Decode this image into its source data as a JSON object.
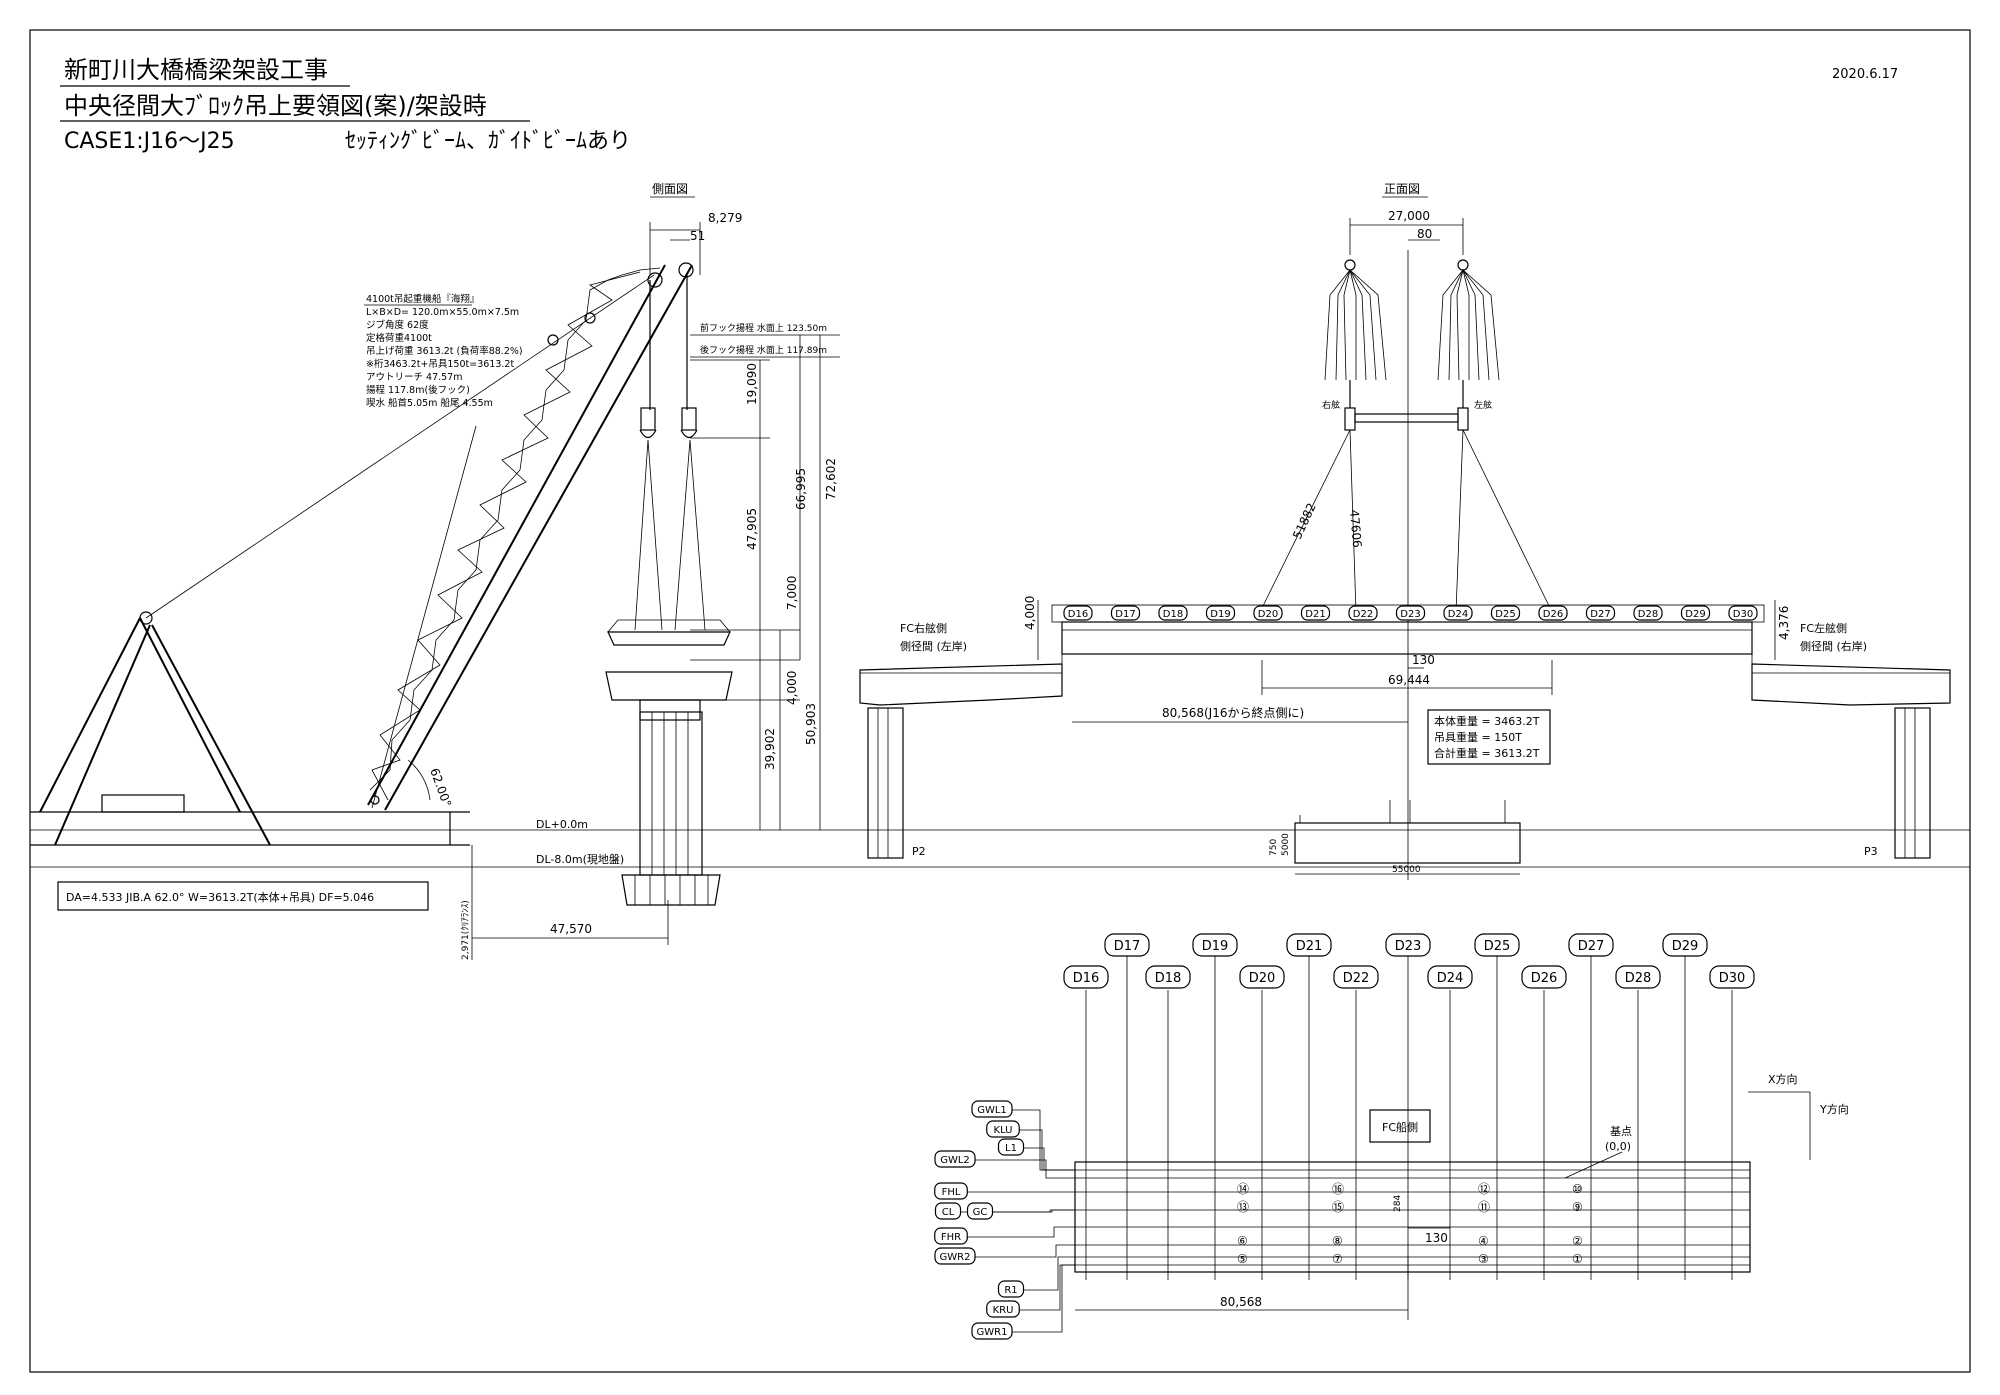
{
  "header": {
    "project_title": "新町川大橋橋梁架設工事",
    "drawing_title": "中央径間大ﾌﾞﾛｯｸ吊上要領図(案)/架設時",
    "case": "CASE1:J16～J25",
    "case_note": "ｾｯﾃｨﾝｸﾞﾋﾞｰﾑ、ｶﾞｲﾄﾞﾋﾞｰﾑあり",
    "date": "2020.6.17"
  },
  "side_view": {
    "title": "側面図",
    "crane_specs": [
      "4100t吊起重機船『海翔』",
      "L×B×D= 120.0m×55.0m×7.5m",
      "ジブ角度 62度",
      "定格荷重4100t",
      "吊上げ荷重 3613.2t (負荷率88.2%)",
      "※桁3463.2t+吊具150t=3613.2t",
      "アウトリーチ 47.57m",
      "揚程 117.8m(後フック)",
      "喫水  船首5.05m 船尾 4.55m"
    ],
    "dims": {
      "top_width": "8,279",
      "top_small": "51",
      "front_hook": "前フック揚程 水面上 123.50m",
      "rear_hook": "後フック揚程 水面上 117.89m",
      "d1": "19,090",
      "d2": "47,905",
      "d3": "66,995",
      "d4": "72,602",
      "d5": "7,000",
      "d6": "4,000",
      "d7": "39,902",
      "d8": "50,903",
      "angle": "62.00°",
      "outreach": "47,570",
      "clearance": "2,971(ｸﾘｱﾗﾝｽ)"
    },
    "water_levels": [
      "DL+0.0m",
      "DL-8.0m(現地盤)"
    ],
    "info_box": "DA=4.533  JIB.A 62.0° W=3613.2T(本体+吊具)  DF=5.046"
  },
  "front_view": {
    "title": "正面図",
    "dims": {
      "width": "27,000",
      "offset": "80",
      "sling1": "51882",
      "sling2": "47606",
      "height_left": "4,000",
      "height_right": "4,376",
      "offset2": "130",
      "span": "69,444",
      "dist": "80,568(J16から終点側に)",
      "bottom1": "5000",
      "bottom2": "750",
      "bottom_width": "55000"
    },
    "hook_labels": [
      "右舷",
      "左舷"
    ],
    "left_label": [
      "FC右舷側",
      "側径間 (左岸)"
    ],
    "right_label": [
      "FC左舷側",
      "側径間 (右岸)"
    ],
    "piers": [
      "P2",
      "P3"
    ],
    "weights": [
      "本体重量 = 3463.2T",
      "吊具重量 =   150T",
      "合計重量 = 3613.2T"
    ],
    "girder_tags": [
      "D16",
      "D17",
      "D18",
      "D19",
      "D20",
      "D21",
      "D22",
      "D23",
      "D24",
      "D25",
      "D26",
      "D27",
      "D28",
      "D29",
      "D30"
    ]
  },
  "plan_view": {
    "upper_tags": [
      "D17",
      "D19",
      "D21",
      "D23",
      "D25",
      "D27",
      "D29"
    ],
    "lower_tags": [
      "D16",
      "D18",
      "D20",
      "D22",
      "D24",
      "D26",
      "D28",
      "D30"
    ],
    "left_labels": [
      "GWL1",
      "KLU",
      "L1",
      "GWL2",
      "FHL",
      "CL",
      "GC",
      "FHR",
      "GWR2",
      "R1",
      "KRU",
      "GWR1"
    ],
    "fc_label": "FC船側",
    "base_point": [
      "基点",
      "(0,0)"
    ],
    "axis_x": "X方向",
    "axis_y": "Y方向",
    "dim_284": "284",
    "dim_130": "130",
    "dim_80568": "80,568",
    "circles": [
      "⑭",
      "⑯",
      "⑫",
      "⑩",
      "⑬",
      "⑮",
      "⑪",
      "⑨",
      "⑥",
      "⑧",
      "④",
      "②",
      "⑤",
      "⑦",
      "③",
      "①"
    ]
  }
}
